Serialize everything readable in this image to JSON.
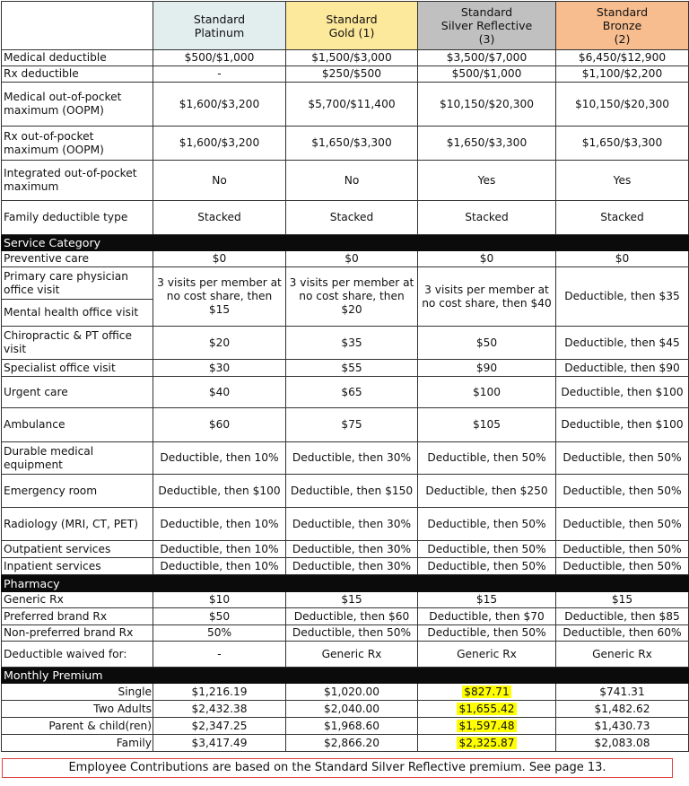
{
  "plans": [
    "Standard\nPlatinum",
    "Standard\nGold (1)",
    "Standard\nSilver Reflective\n(3)",
    "Standard\nBronze\n(2)"
  ],
  "plan_colors": [
    "#e2eded",
    "#fde99b",
    "#c0c0c0",
    "#f7bd8f"
  ],
  "highlight_color": "#ffff00",
  "rows": [
    {
      "label": "Medical deductible",
      "values": [
        "$500/$1,000",
        "$1,500/$3,000",
        "$3,500/$7,000",
        "$6,450/$12,900"
      ]
    },
    {
      "label": "Rx deductible",
      "values": [
        "-",
        "$250/$500",
        "$500/$1,000",
        "$1,100/$2,200"
      ]
    },
    {
      "label": "Medical out-of-pocket maximum (OOPM)",
      "values": [
        "$1,600/$3,200",
        "$5,700/$11,400",
        "$10,150/$20,300",
        "$10,150/$20,300"
      ]
    },
    {
      "label": "Rx out-of-pocket maximum (OOPM)",
      "values": [
        "$1,600/$3,200",
        "$1,650/$3,300",
        "$1,650/$3,300",
        "$1,650/$3,300"
      ]
    },
    {
      "label": "Integrated out-of-pocket maximum",
      "values": [
        "No",
        "No",
        "Yes",
        "Yes"
      ]
    },
    {
      "label": "Family deductible type",
      "values": [
        "Stacked",
        "Stacked",
        "Stacked",
        "Stacked"
      ]
    },
    {
      "section": "Service Category"
    },
    {
      "label": "Preventive care",
      "values": [
        "$0",
        "$0",
        "$0",
        "$0"
      ]
    },
    {
      "label": "Primary care physician office visit",
      "label2": "Mental health office visit",
      "values": [
        "3 visits per member at no cost share, then\n$15",
        "3 visits per member at no cost share, then $20",
        "3 visits per member at no cost share, then $40",
        "Deductible, then $35"
      ]
    },
    {
      "label": "Chiropractic & PT office visit",
      "values": [
        "$20",
        "$35",
        "$50",
        "Deductible, then $45"
      ]
    },
    {
      "label": "Specialist office visit",
      "values": [
        "$30",
        "$55",
        "$90",
        "Deductible, then $90"
      ]
    },
    {
      "label": "Urgent care",
      "values": [
        "$40",
        "$65",
        "$100",
        "Deductible, then $100"
      ]
    },
    {
      "label": "Ambulance",
      "values": [
        "$60",
        "$75",
        "$105",
        "Deductible, then $100"
      ]
    },
    {
      "label": "Durable medical equipment",
      "values": [
        "Deductible, then 10%",
        "Deductible, then 30%",
        "Deductible, then 50%",
        "Deductible, then 50%"
      ]
    },
    {
      "label": "Emergency room",
      "values": [
        "Deductible, then $100",
        "Deductible, then $150",
        "Deductible, then $250",
        "Deductible, then 50%"
      ]
    },
    {
      "label": "Radiology (MRI, CT, PET)",
      "values": [
        "Deductible, then 10%",
        "Deductible, then 30%",
        "Deductible, then 50%",
        "Deductible, then 50%"
      ]
    },
    {
      "label": "Outpatient services",
      "values": [
        "Deductible, then 10%",
        "Deductible, then 30%",
        "Deductible, then 50%",
        "Deductible, then 50%"
      ]
    },
    {
      "label": "Inpatient services",
      "values": [
        "Deductible, then 10%",
        "Deductible, then 30%",
        "Deductible, then 50%",
        "Deductible, then 50%"
      ]
    },
    {
      "section": "Pharmacy"
    },
    {
      "label": "Generic Rx",
      "values": [
        "$10",
        "$15",
        "$15",
        "$15"
      ]
    },
    {
      "label": "Preferred brand Rx",
      "values": [
        "$50",
        "Deductible, then $60",
        "Deductible, then $70",
        "Deductible, then $85"
      ]
    },
    {
      "label": "Non-preferred brand Rx",
      "values": [
        "50%",
        "Deductible, then 50%",
        "Deductible, then 50%",
        "Deductible, then 60%"
      ]
    },
    {
      "label": "Deductible waived for:",
      "values": [
        "-",
        "Generic Rx",
        "Generic Rx",
        "Generic Rx"
      ]
    },
    {
      "section": "Monthly Premium"
    },
    {
      "label": "Single",
      "premium": true,
      "values": [
        "$1,216.19",
        "$1,020.00",
        "$827.71",
        "$741.31"
      ]
    },
    {
      "label": "Two Adults",
      "premium": true,
      "values": [
        "$2,432.38",
        "$2,040.00",
        "$1,655.42",
        "$1,482.62"
      ]
    },
    {
      "label": "Parent & child(ren)",
      "premium": true,
      "values": [
        "$2,347.25",
        "$1,968.60",
        "$1,597.48",
        "$1,430.73"
      ]
    },
    {
      "label": "Family",
      "premium": true,
      "values": [
        "$3,417.49",
        "$2,866.20",
        "$2,325.87",
        "$2,083.08"
      ]
    }
  ],
  "footnote": "Employee Contributions are based on the Standard Silver Reflective premium. See page 13."
}
